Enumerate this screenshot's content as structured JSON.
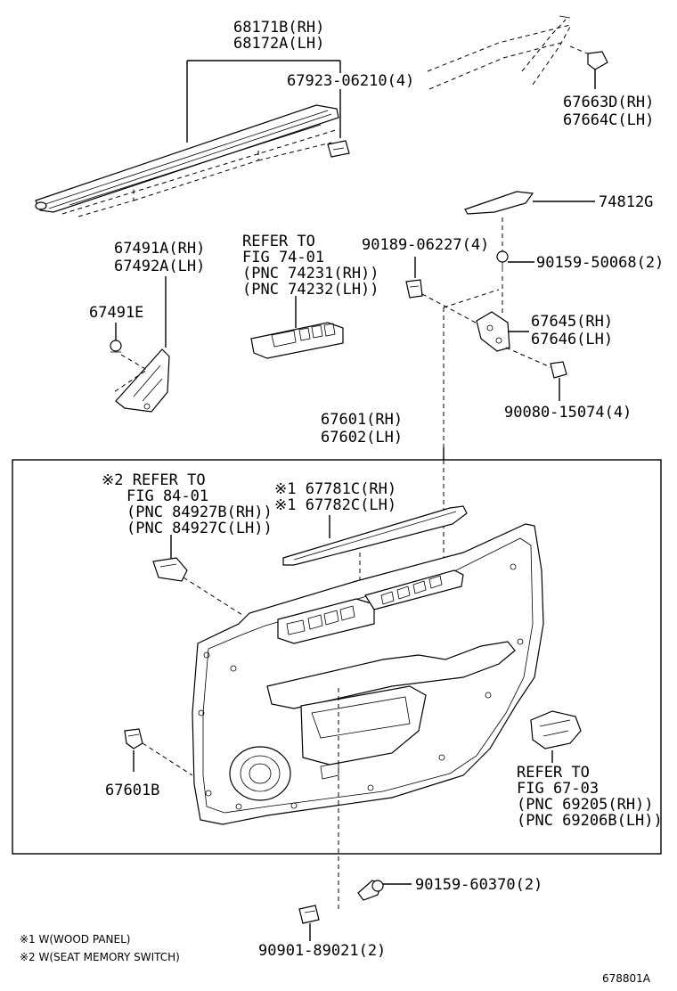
{
  "figure_id": "678801A",
  "callouts": {
    "belt_molding": [
      "68171B(RH)",
      "68172A(LH)"
    ],
    "belt_clip": "67923-06210(4)",
    "corner_cover": [
      "67663D(RH)",
      "67664C(LH)"
    ],
    "panel_74812": "74812G",
    "screw_90189": "90189-06227(4)",
    "screw_90159_50068": "90159-50068(2)",
    "bracket": [
      "67645(RH)",
      "67646(LH)"
    ],
    "bolt_90080": "90080-15074(4)",
    "mirror_cover": [
      "67491A(RH)",
      "67492A(LH)"
    ],
    "pad_67491e": "67491E",
    "switch_ref": [
      "REFER TO",
      "FIG 74-01",
      "(PNC 74231(RH))",
      "(PNC 74232(LH))"
    ],
    "door_trim": [
      "67601(RH)",
      "67602(LH)"
    ],
    "memory_ref": [
      "※2 REFER TO",
      "FIG 84-01",
      "(PNC 84927B(RH))",
      "(PNC 84927C(LH))"
    ],
    "wood_panel": [
      "※1 67781C(RH)",
      "※1 67782C(LH)"
    ],
    "clip_67601b": "67601B",
    "handle_ref": [
      "REFER TO",
      "FIG 67-03",
      "(PNC 69205(RH))",
      "(PNC 69206B(LH))"
    ],
    "screw_90159_60370": "90159-60370(2)",
    "clip_90901": "90901-89021(2)"
  },
  "footnotes": [
    "※1 W(WOOD PANEL)",
    "※2 W(SEAT MEMORY SWITCH)"
  ]
}
